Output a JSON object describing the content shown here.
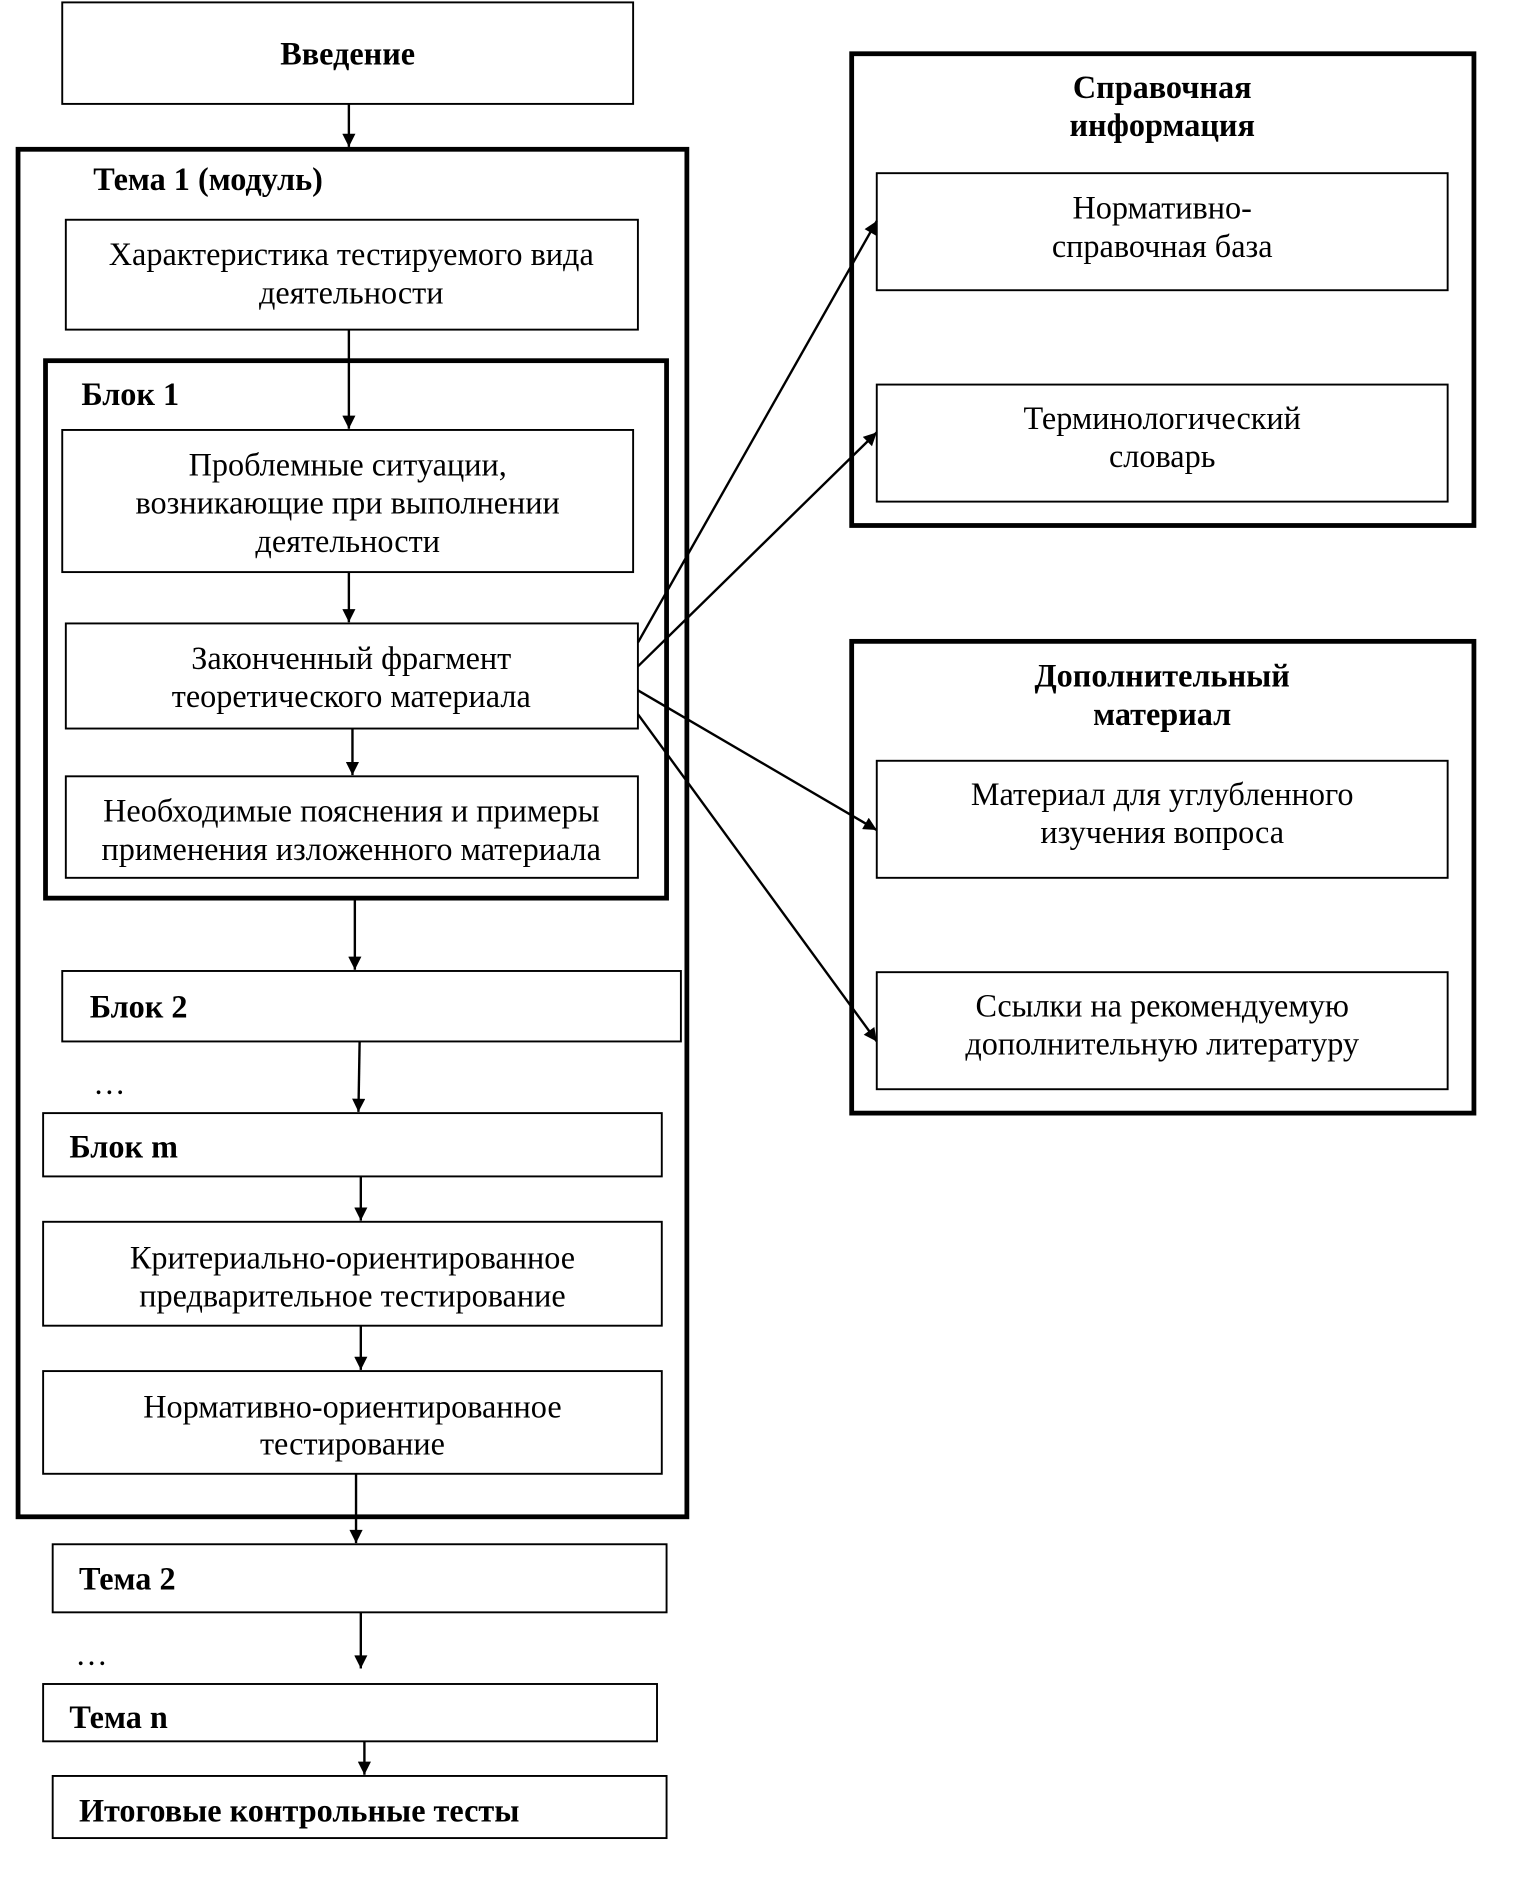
{
  "diagram": {
    "intro": "Введение",
    "topic1": {
      "title": "Тема 1 (модуль)",
      "characteristic": [
        "Характеристика тестируемого вида",
        "деятельности"
      ],
      "block1": {
        "title": "Блок 1",
        "problems": [
          "Проблемные ситуации,",
          "возникающие при выполнении",
          "деятельности"
        ],
        "fragment": [
          "Законченный фрагмент",
          "теоретического материала"
        ],
        "explanations": [
          "Необходимые пояснения и примеры",
          "применения изложенного материала"
        ]
      },
      "block2": "Блок 2",
      "ellipsis": "…",
      "block_m": "Блок m",
      "criterion_test": [
        "Критериально-ориентированное",
        "предварительное тестирование"
      ],
      "norm_test": [
        "Нормативно-ориентированное",
        "тестирование"
      ]
    },
    "topic2": "Тема 2",
    "ellipsis2": "…",
    "topic_n": "Тема n",
    "final_tests": "Итоговые контрольные тесты",
    "reference": {
      "title": [
        "Справочная",
        "информация"
      ],
      "normative_base": [
        "Нормативно-",
        "справочная база"
      ],
      "glossary": [
        "Терминологический",
        "словарь"
      ]
    },
    "additional": {
      "title": [
        "Дополнительный",
        "материал"
      ],
      "in_depth": [
        "Материал для углубленного",
        "изучения вопроса"
      ],
      "literature": [
        "Ссылки на рекомендуемую",
        "дополнительную литературу"
      ]
    }
  }
}
